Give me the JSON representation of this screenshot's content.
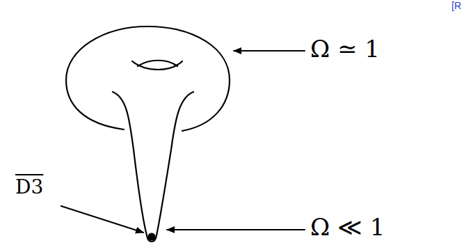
{
  "diagram": {
    "labels": [
      "[R",
      "Ω ≃ 1",
      "Ω ≪ 1",
      "D3"
    ]
  }
}
